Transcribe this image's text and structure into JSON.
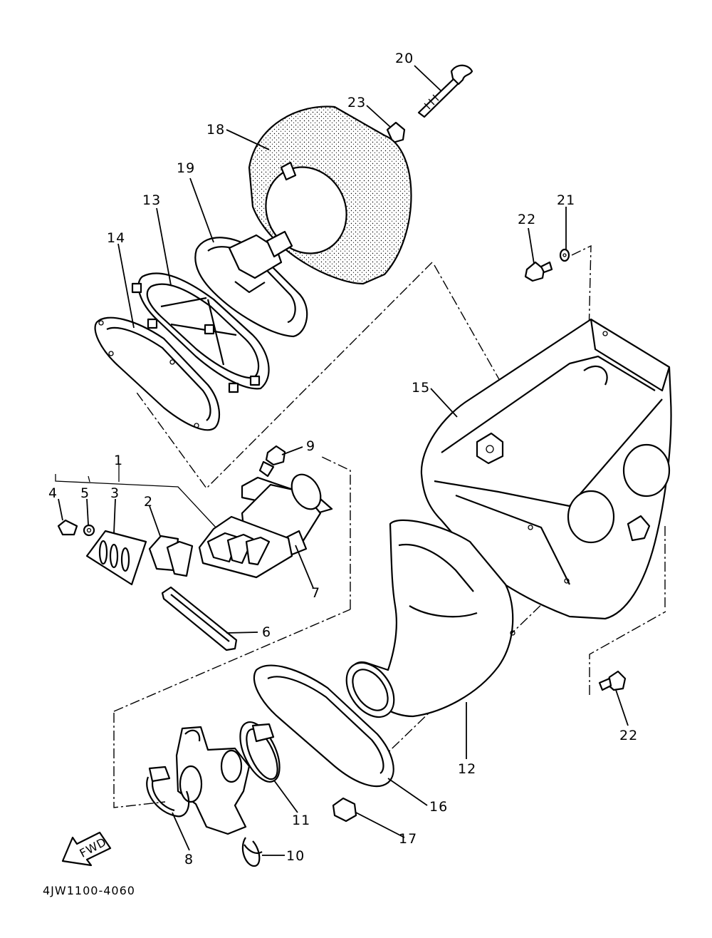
{
  "diagram": {
    "code": "4JW1100-4060",
    "fwd_label": "FWD",
    "callouts": [
      {
        "id": "c1",
        "text": "1"
      },
      {
        "id": "c2",
        "text": "2"
      },
      {
        "id": "c3",
        "text": "3"
      },
      {
        "id": "c4",
        "text": "4"
      },
      {
        "id": "c5",
        "text": "5"
      },
      {
        "id": "c6",
        "text": "6"
      },
      {
        "id": "c7",
        "text": "7"
      },
      {
        "id": "c8",
        "text": "8"
      },
      {
        "id": "c9",
        "text": "9"
      },
      {
        "id": "c10",
        "text": "10"
      },
      {
        "id": "c11",
        "text": "11"
      },
      {
        "id": "c12",
        "text": "12"
      },
      {
        "id": "c13",
        "text": "13"
      },
      {
        "id": "c14",
        "text": "14"
      },
      {
        "id": "c15",
        "text": "15"
      },
      {
        "id": "c16",
        "text": "16"
      },
      {
        "id": "c17",
        "text": "17"
      },
      {
        "id": "c18",
        "text": "18"
      },
      {
        "id": "c19",
        "text": "19"
      },
      {
        "id": "c20",
        "text": "20"
      },
      {
        "id": "c21",
        "text": "21"
      },
      {
        "id": "c22a",
        "text": "22"
      },
      {
        "id": "c22b",
        "text": "22"
      },
      {
        "id": "c23",
        "text": "23"
      }
    ]
  }
}
